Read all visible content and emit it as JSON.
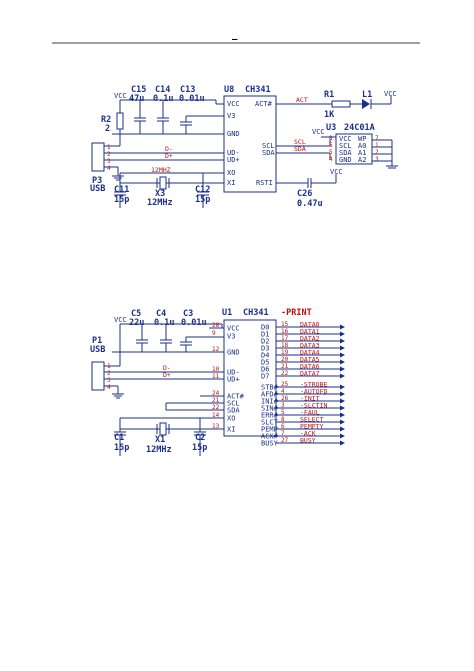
{
  "header": {
    "mark": "–"
  },
  "schematic1": {
    "caps": {
      "c15": "C15",
      "c14": "C14",
      "c13": "C13",
      "v15": "47u",
      "v14": "0.1u",
      "v13": "0.01u"
    },
    "chip": {
      "ref": "U8",
      "name": "CH341",
      "pins_left": [
        "VCC",
        "V3",
        "GND",
        "UD-",
        "UD+",
        "XO",
        "XI"
      ],
      "pins_right": [
        "ACT#",
        "SCL",
        "SDA",
        "RSTI"
      ]
    },
    "vcc": "VCC",
    "r2": {
      "ref": "R2",
      "val": "2"
    },
    "conn": {
      "ref": "P3",
      "name": "USB",
      "pins": [
        "1",
        "2",
        "3",
        "4"
      ]
    },
    "nets": {
      "dm": "D-",
      "dp": "D+",
      "act": "ACT",
      "scl": "SCL",
      "sda": "SDA",
      "clk": "12MHZ"
    },
    "r1": {
      "ref": "R1",
      "val": "1K"
    },
    "l1": {
      "ref": "L1"
    },
    "eeprom": {
      "ref": "U3",
      "name": "24C01A",
      "pins_left": [
        "VCC",
        "SCL",
        "SDA",
        "GND"
      ],
      "pins_right": [
        "WP",
        "A0",
        "A1",
        "A2"
      ],
      "pin_nums": [
        "8",
        "6",
        "5",
        "4",
        "7",
        "1",
        "2",
        "3"
      ]
    },
    "c11": {
      "ref": "C11",
      "val": "15p"
    },
    "c12": {
      "ref": "C12",
      "val": "15p"
    },
    "x3": {
      "ref": "X3",
      "val": "12MHz"
    },
    "c26": {
      "ref": "C26",
      "val": "0.47u"
    }
  },
  "schematic2": {
    "caps": {
      "c5": "C5",
      "c4": "C4",
      "c3": "C3",
      "v5": "22u",
      "v4": "0.1u",
      "v3": "0.01u"
    },
    "chip": {
      "ref": "U1",
      "name": "CH341",
      "suffix": "-PRINT",
      "pins_left": [
        "VCC",
        "V3",
        "GND",
        "UD-",
        "UD+",
        "ACT#",
        "SCL",
        "SDA",
        "XO",
        "XI"
      ],
      "pins_left_nums": [
        "28",
        "9",
        "12",
        "10",
        "11",
        "24",
        "21",
        "22",
        "14",
        "13"
      ],
      "pins_right": [
        "D0",
        "D1",
        "D2",
        "D3",
        "D4",
        "D5",
        "D6",
        "D7",
        "STB#",
        "AFD#",
        "INI#",
        "SIN#",
        "ERR#",
        "SLCT",
        "PEMP",
        "ACK#",
        "BUSY"
      ],
      "pins_right_nums": [
        "15",
        "16",
        "17",
        "18",
        "19",
        "20",
        "21",
        "22",
        "25",
        "4",
        "26",
        "3",
        "5",
        "8",
        "6",
        "7",
        "27"
      ]
    },
    "nets_right": [
      "DATA0",
      "DATA1",
      "DATA2",
      "DATA3",
      "DATA4",
      "DATA5",
      "DATA6",
      "DATA7",
      "-STROBE",
      "-AUTOFD",
      "-INIT",
      "-SLCTIN",
      "-FAUL",
      "SELECT",
      "PEMPTY",
      "-ACK",
      "BUSY"
    ],
    "vcc": "VCC",
    "conn": {
      "ref": "P1",
      "name": "USB",
      "pins": [
        "1",
        "2",
        "3",
        "4"
      ]
    },
    "nets": {
      "dm": "D-",
      "dp": "D+"
    },
    "c1": {
      "ref": "C1",
      "val": "15p"
    },
    "c2": {
      "ref": "C2",
      "val": "15p"
    },
    "x1": {
      "ref": "X1",
      "val": "12MHz"
    }
  }
}
